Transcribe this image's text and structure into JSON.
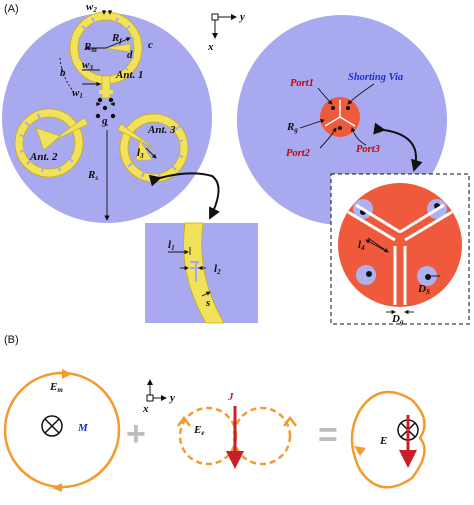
{
  "panels": {
    "a": "(A)",
    "b": "(B)"
  },
  "antenna": {
    "ant1": "Ant. 1",
    "ant2": "Ant. 2",
    "ant3": "Ant. 3",
    "w2": "w",
    "w2_sub": "2",
    "rf": "R",
    "rf_sub": "f",
    "rm": "R",
    "rm_sub": "m",
    "c": "c",
    "d": "d",
    "b": "b",
    "w3": "w",
    "w3_sub": "3",
    "w1": "w",
    "w1_sub": "1",
    "g": "g",
    "rs": "R",
    "rs_sub": "s",
    "l3": "l",
    "l3_sub": "3"
  },
  "axes_top": {
    "x": "x",
    "y": "y"
  },
  "feed": {
    "port1": "Port1",
    "port2": "Port2",
    "port3": "Port3",
    "shorting_via": "Shorting Via",
    "rg": "R",
    "rg_sub": "g",
    "l4": "l",
    "l4_sub": "4",
    "ds": "D",
    "ds_sub": "S",
    "dg": "D",
    "dg_sub": "g"
  },
  "inset": {
    "l1": "l",
    "l1_sub": "1",
    "l2": "l",
    "l2_sub": "2",
    "s": "s"
  },
  "modes": {
    "em": "E",
    "em_sub": "m",
    "m": "M",
    "ee": "E",
    "ee_sub": "e",
    "j": "J",
    "e": "E",
    "plus": "+",
    "equals": "="
  },
  "axes_bottom": {
    "x": "x",
    "y": "y"
  },
  "colors": {
    "substrate": "#a9a9f0",
    "copper": "#f2e15b",
    "copper_edge": "#c9b000",
    "feed_disk": "#f05a3c",
    "via": "#aeb0f0",
    "loop": "#f59a2e",
    "current": "#c8202a",
    "moment": "#1a2fd6"
  }
}
